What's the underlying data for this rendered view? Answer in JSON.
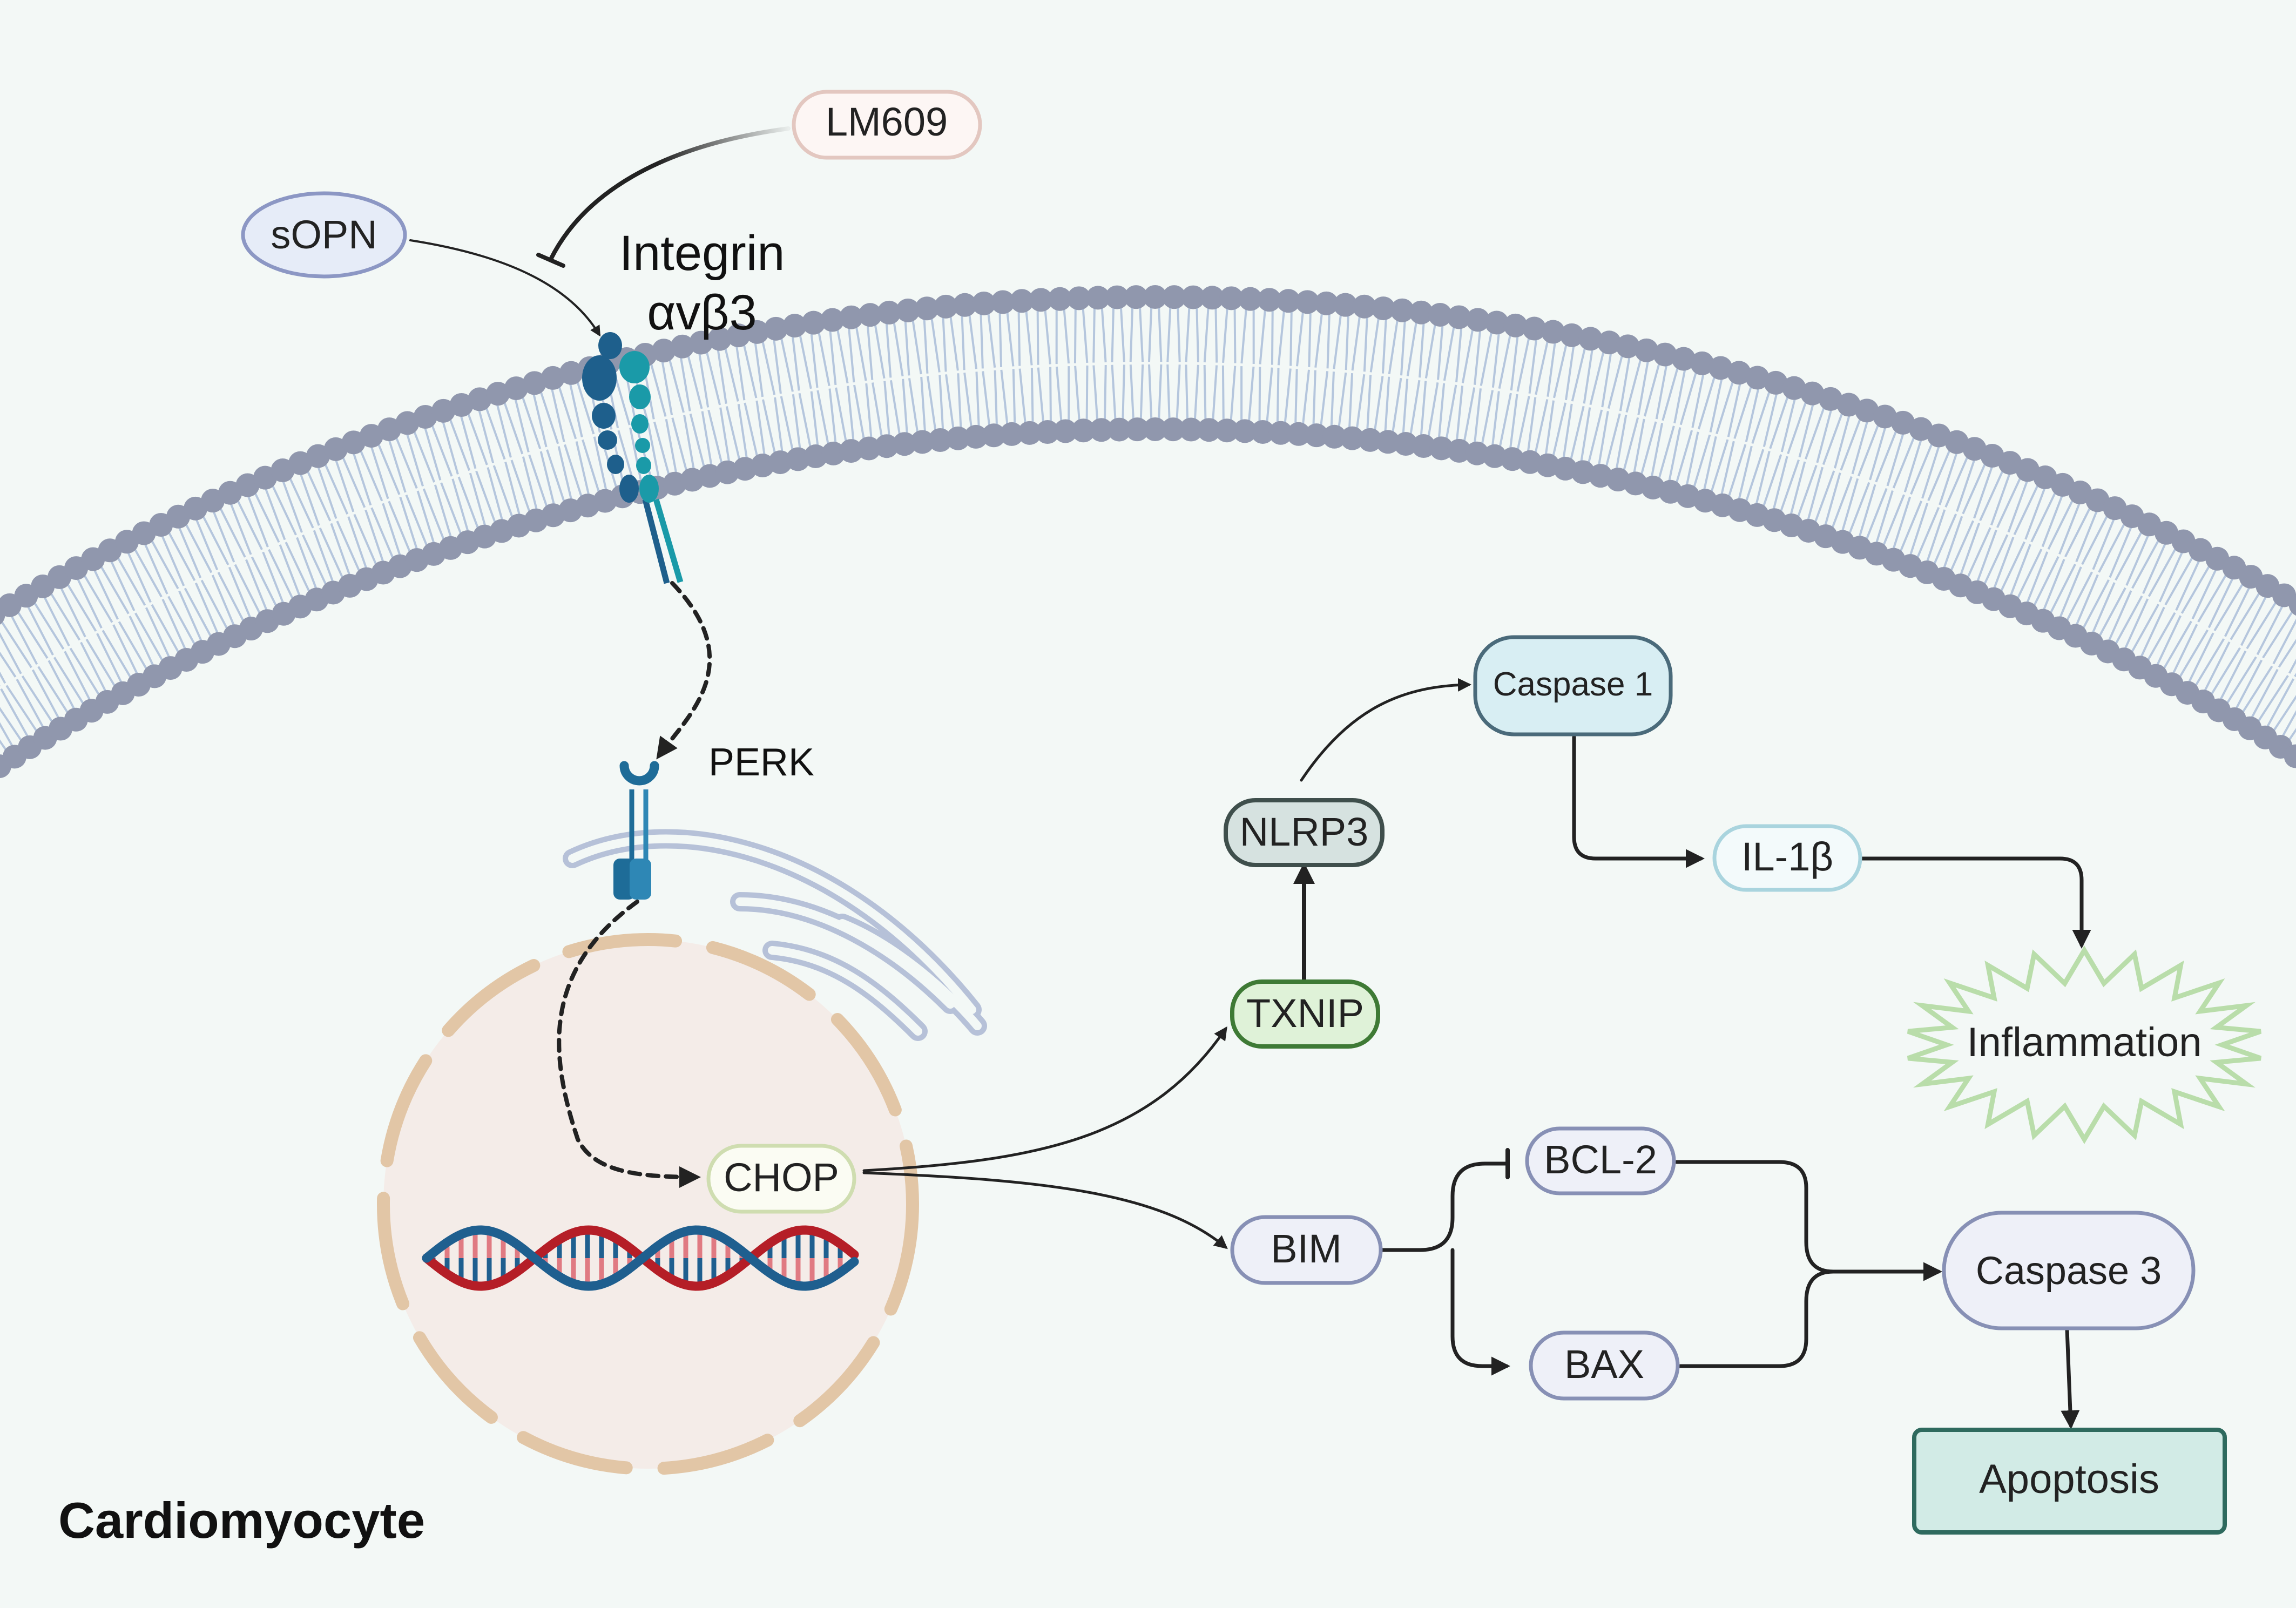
{
  "labels": {
    "lm609": "LM609",
    "sopn": "sOPN",
    "integrin_line1": "Integrin",
    "integrin_line2": "αvβ3",
    "perk": "PERK",
    "chop": "CHOP",
    "txnip": "TXNIP",
    "nlrp3": "NLRP3",
    "caspase1": "Caspase 1",
    "il1b": "IL-1β",
    "inflammation": "Inflammation",
    "bim": "BIM",
    "bcl2": "BCL-2",
    "bax": "BAX",
    "caspase3": "Caspase 3",
    "apoptosis": "Apoptosis",
    "cell": "Cardiomyocyte"
  },
  "colors": {
    "background": "#f3f8f6",
    "lipid_head": "#9097ad",
    "lipid_tail": "#b5c6dd",
    "arrow": "#222222",
    "nucleus_fill": "#f4ece8",
    "nucleus_border": "#e2c6a6",
    "er": "#b6c1d8",
    "integrin_alpha": "#1e5f8c",
    "integrin_beta": "#1a9aa8",
    "dna_blue": "#1f5f8f",
    "dna_red": "#b51e27",
    "txnip_fill": "#dff2d8",
    "txnip_border": "#3e7a35",
    "nlrp3_fill": "#d6e2e0",
    "nlrp3_border": "#3f4f4c",
    "caspase1_fill": "#d8eef3",
    "caspase1_border": "#4a6a7a",
    "il1b_border": "#a9d4de",
    "inflammation_border": "#b9ddaa",
    "lavender_fill": "#eef0f8",
    "lavender_border": "#8790b5",
    "apoptosis_fill": "#d2ebe6",
    "apoptosis_border": "#2e6a5e",
    "chop_border": "#cfddb0",
    "lm609_border": "#e3c7c0"
  }
}
